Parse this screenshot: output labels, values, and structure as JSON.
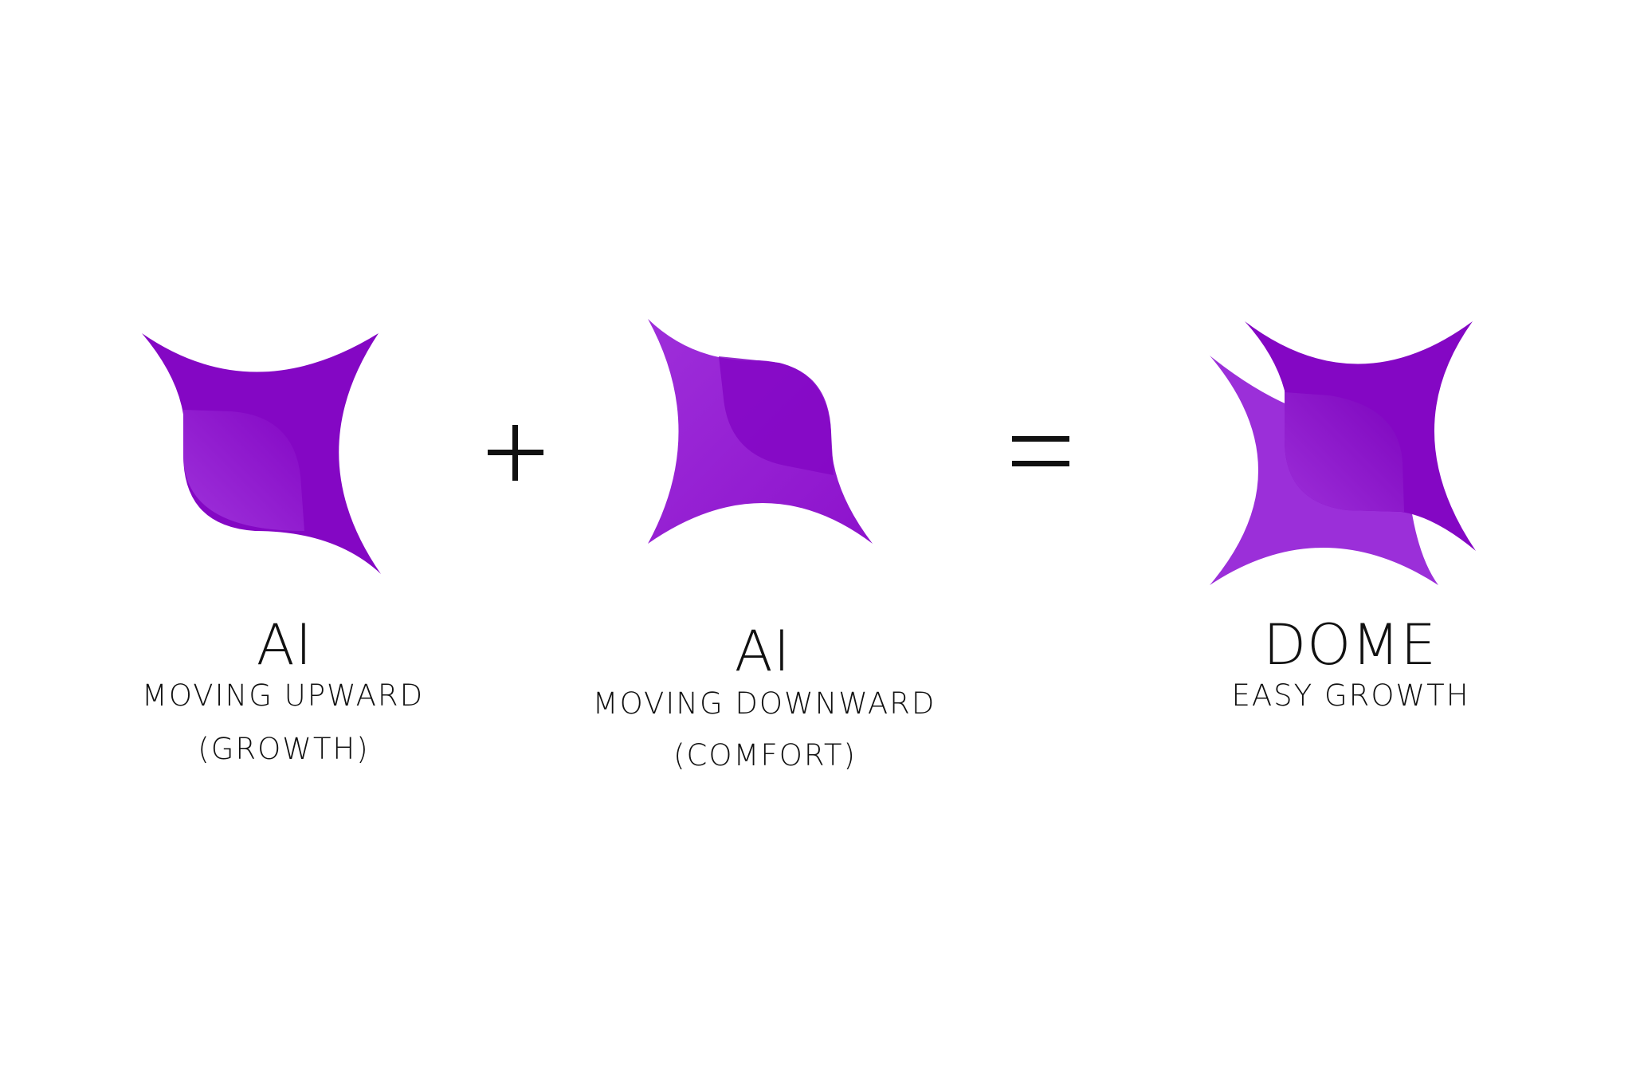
{
  "colors": {
    "background": "#ffffff",
    "text": "#111111",
    "purple_dark": "#8407C4",
    "purple_light": "#9B2FD9"
  },
  "left": {
    "title": "AI",
    "subtitle": "MOVING UPWARD",
    "note": "(GROWTH)"
  },
  "middle": {
    "title": "AI",
    "subtitle": "MOVING DOWNWARD",
    "note": "(COMFORT)"
  },
  "right": {
    "title": "DOME",
    "subtitle": "EASY GROWTH"
  },
  "operators": {
    "plus": "plus-sign",
    "equals": "equals-sign"
  }
}
